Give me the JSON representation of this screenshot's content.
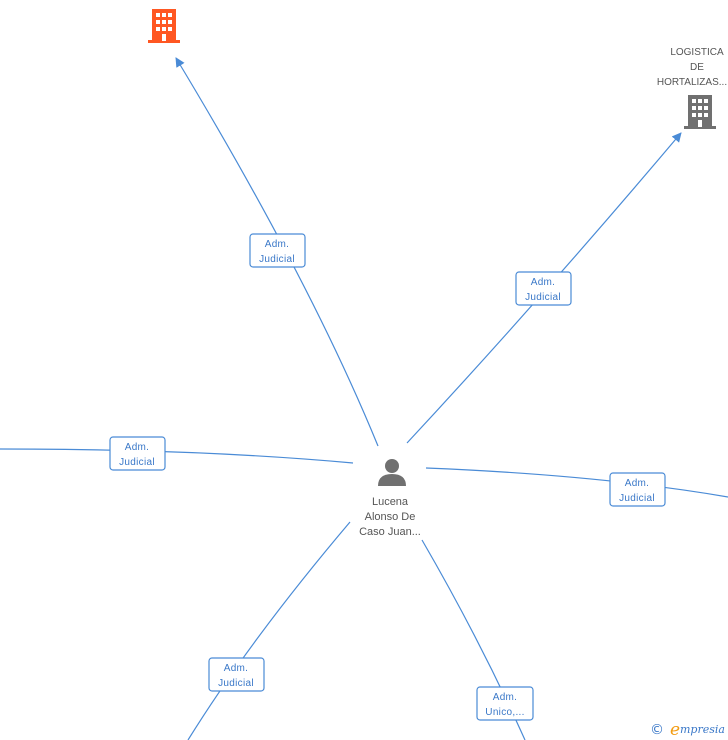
{
  "center_person": {
    "name_lines": [
      "Lucena",
      "Alonso De",
      "Caso Juan..."
    ],
    "icon": "person-icon"
  },
  "companies": {
    "top_left": {
      "icon": "building-icon",
      "color": "#ff5722",
      "name_lines": []
    },
    "top_right": {
      "icon": "building-icon",
      "color": "#707070",
      "name_lines": [
        "LOGISTICA",
        "DE",
        "HORTALIZAS..."
      ]
    }
  },
  "edges": [
    {
      "id": "to-top-left",
      "label_lines": [
        "Adm.",
        "Judicial"
      ]
    },
    {
      "id": "to-top-right",
      "label_lines": [
        "Adm.",
        "Judicial"
      ]
    },
    {
      "id": "to-left",
      "label_lines": [
        "Adm.",
        "Judicial"
      ]
    },
    {
      "id": "to-right",
      "label_lines": [
        "Adm.",
        "Judicial"
      ]
    },
    {
      "id": "to-bottom-left",
      "label_lines": [
        "Adm.",
        "Judicial"
      ]
    },
    {
      "id": "to-bottom-right",
      "label_lines": [
        "Adm.",
        "Unico,..."
      ]
    }
  ],
  "colors": {
    "edge": "#4a8bd6",
    "label_text": "#3a78c8",
    "person": "#707070"
  },
  "watermark": {
    "copyright_symbol": "©",
    "brand_initial": "e",
    "brand_rest": "mpresia"
  }
}
